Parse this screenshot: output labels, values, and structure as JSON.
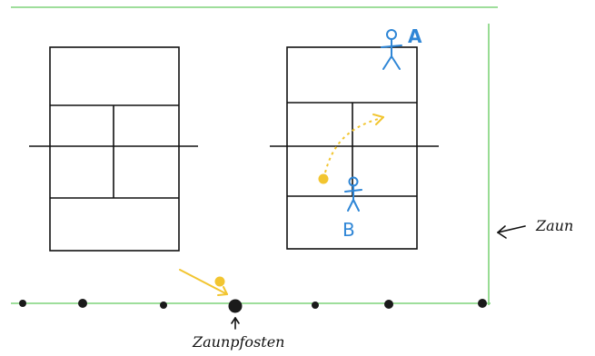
{
  "labels": {
    "fence": "Zaun",
    "fence_posts": "Zaunpfosten",
    "player_a": "A",
    "player_b": "B"
  },
  "colors": {
    "court_lines": "#111111",
    "fence_line": "#7fd37a",
    "player": "#2f86d6",
    "ball": "#f2c530",
    "fence_post": "#1a1a1a"
  },
  "icons": {
    "player": "stick-figure",
    "ball": "yellow-dot",
    "arrow": "pointer-arrow",
    "fence_post": "black-dot"
  }
}
